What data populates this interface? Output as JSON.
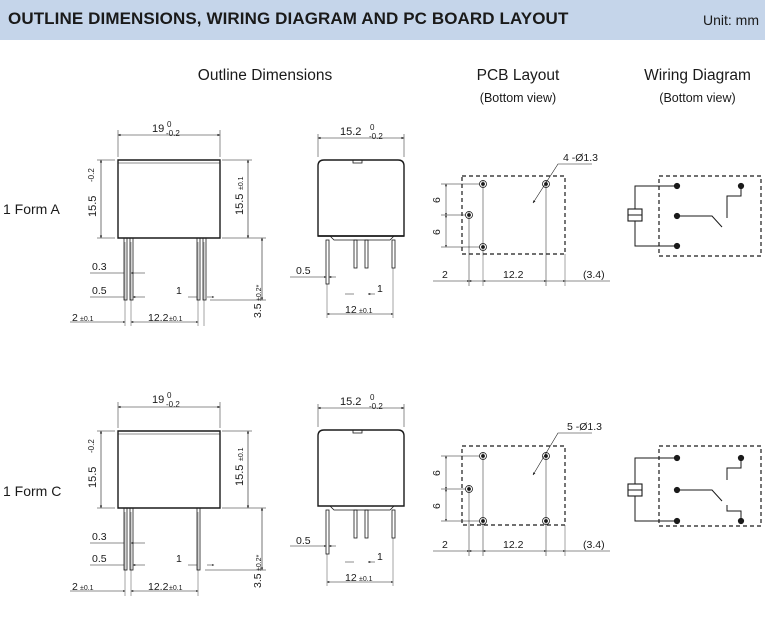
{
  "header": {
    "title": "OUTLINE DIMENSIONS, WIRING DIAGRAM AND PC BOARD LAYOUT",
    "unit": "Unit: mm"
  },
  "sections": {
    "outline": "Outline Dimensions",
    "pcb": "PCB Layout",
    "wiring": "Wiring Diagram",
    "bottom_view": "(Bottom view)"
  },
  "rows": {
    "form_a": "1 Form A",
    "form_c": "1 Form C"
  },
  "dims": {
    "width_19": "19",
    "width_19_tol_upper": "0",
    "width_19_tol_lower": "-0.2",
    "height_15_5": "15.5",
    "height_15_5_tol_upper": "0",
    "height_15_5_tol_lower": "-0.2",
    "height_15_5_side": "15.5",
    "height_15_5_side_tol": "±0.1",
    "depth_15_2": "15.2",
    "depth_15_2_tol_upper": "0",
    "depth_15_2_tol_lower": "-0.2",
    "pin_0_3": "0.3",
    "pin_0_5": "0.5",
    "pin_1": "1",
    "pitch_2": "2",
    "pitch_2_tol": "±0.1",
    "pitch_12_2": "12.2",
    "pitch_12_2_tol": "±0.1",
    "pitch_12": "12",
    "pitch_12_tol": "±0.1",
    "pin_len_3_5": "3.5",
    "pin_len_tol": "±0.2*",
    "pcb_holes_a": "4 -Ø1.3",
    "pcb_holes_c": "5 -Ø1.3",
    "pcb_6": "6",
    "pcb_2": "2",
    "pcb_12_2": "12.2",
    "pcb_3_4": "(3.4)"
  }
}
